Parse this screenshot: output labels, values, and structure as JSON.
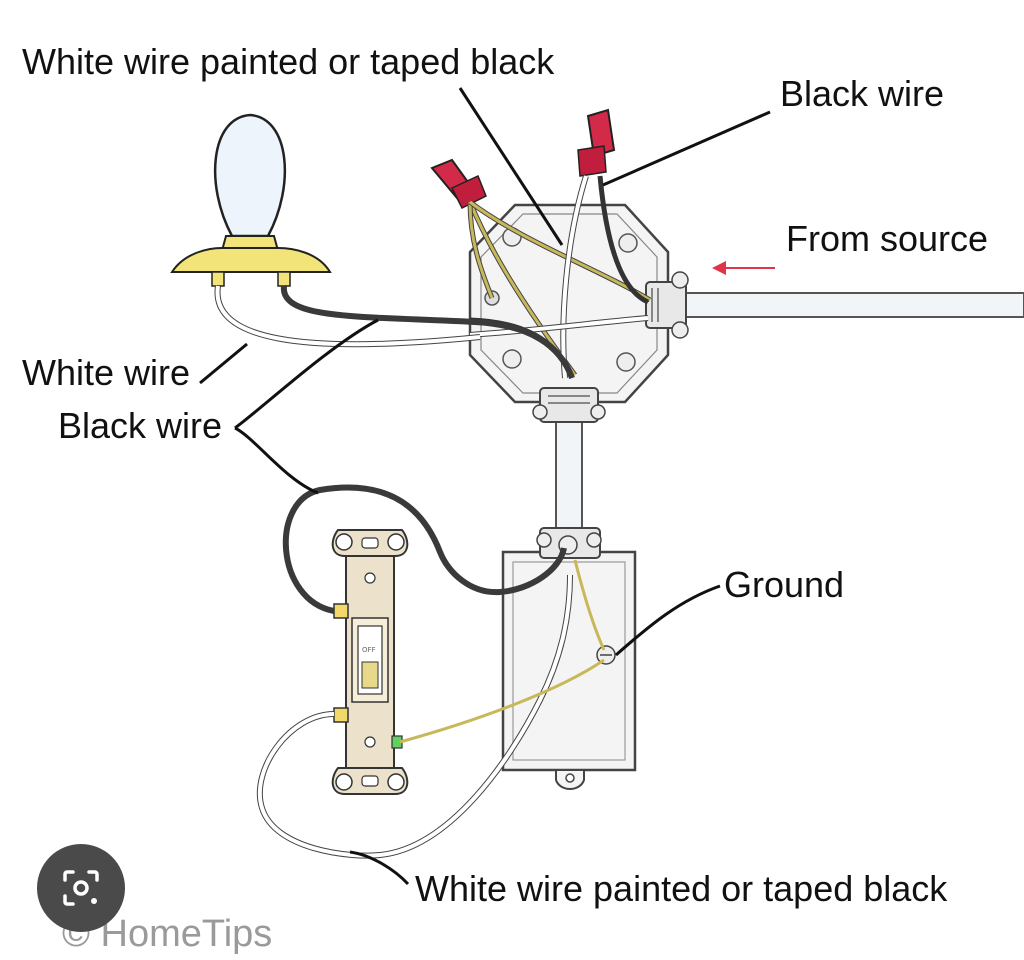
{
  "labels": {
    "white_painted_top": "White wire painted or taped black",
    "black_wire_top": "Black wire",
    "from_source": "From source",
    "white_wire_left": "White wire",
    "black_wire_left": "Black wire",
    "ground": "Ground",
    "white_painted_bottom": "White wire painted or taped black"
  },
  "switch_text": "OFF",
  "watermark": "© HomeTips",
  "icons": {
    "lens": "image-search-lens-icon"
  },
  "colors": {
    "wire_black": "#3a3a3a",
    "wire_white": "#ffffff",
    "wire_ground": "#c8b85a",
    "wire_nut": "#d42a4a",
    "lamp_base": "#f3e47a",
    "bulb": "#eef4fb",
    "box": "#f4f4f4",
    "source_arrow": "#e0344a",
    "switch_body": "#ece2cc"
  }
}
